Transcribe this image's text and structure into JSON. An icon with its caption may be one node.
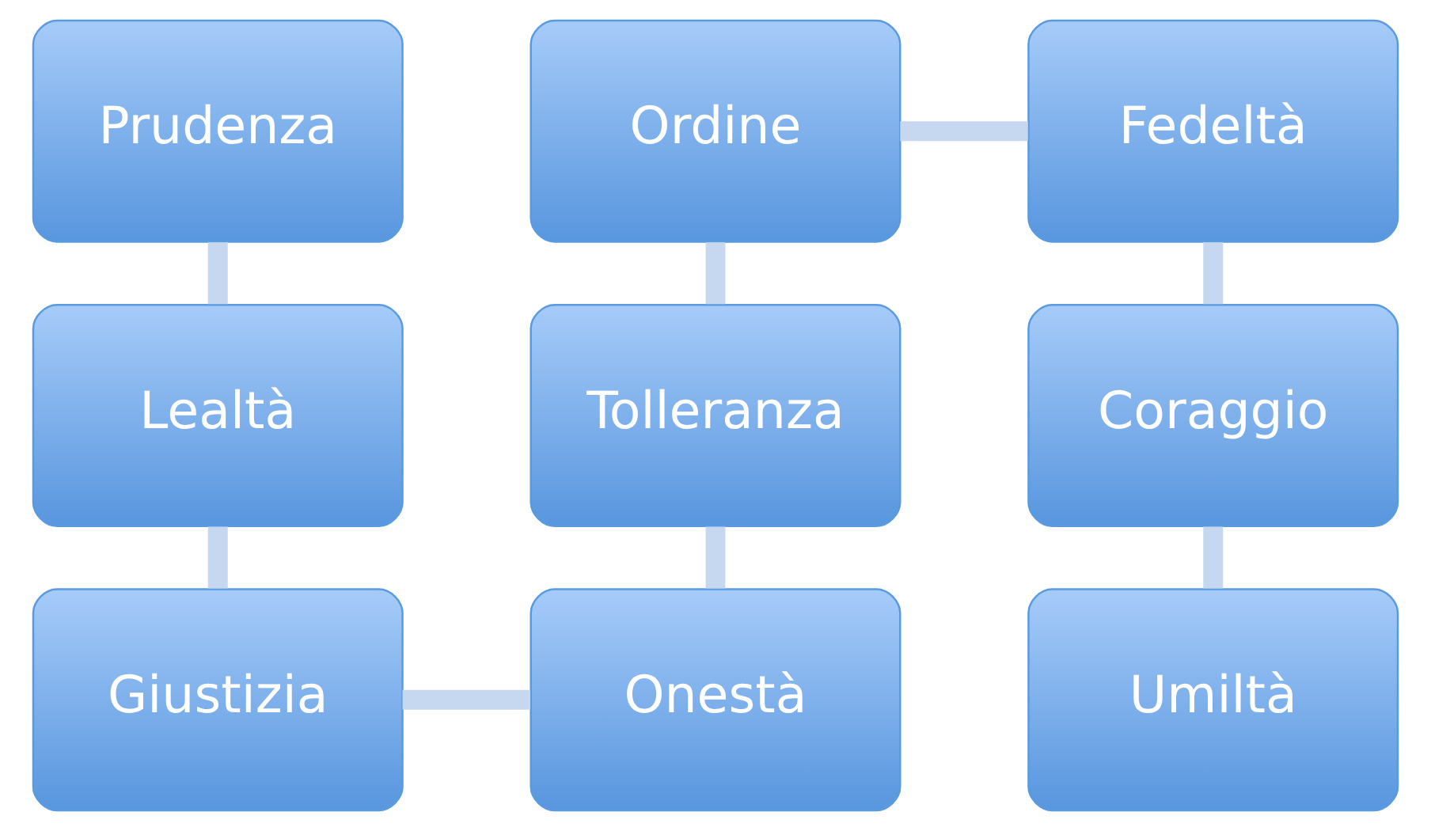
{
  "diagram": {
    "nodes": [
      {
        "text": [
          "Prudenza"
        ]
      },
      {
        "text": [
          "Ordine"
        ]
      },
      {
        "text": [
          "Fedeltà"
        ]
      },
      {
        "text": [
          "Lealtà"
        ]
      },
      {
        "text": [
          "Tolleranza"
        ]
      },
      {
        "text": [
          "Coraggio"
        ]
      },
      {
        "text": [
          "Giustizia"
        ]
      },
      {
        "text": [
          "Onestà"
        ]
      },
      {
        "text": [
          "Umiltà"
        ]
      }
    ],
    "edges": [
      {
        "from": 0,
        "to": 3,
        "arrow": "none"
      },
      {
        "from": 3,
        "to": 6,
        "arrow": "none"
      },
      {
        "from": 6,
        "to": 7,
        "arrow": "none"
      },
      {
        "from": 4,
        "to": 7,
        "arrow": "none"
      },
      {
        "from": 1,
        "to": 4,
        "arrow": "none"
      },
      {
        "from": 1,
        "to": 2,
        "arrow": "none"
      },
      {
        "from": 2,
        "to": 5,
        "arrow": "none"
      },
      {
        "from": 5,
        "to": 8,
        "arrow": "none"
      }
    ]
  }
}
